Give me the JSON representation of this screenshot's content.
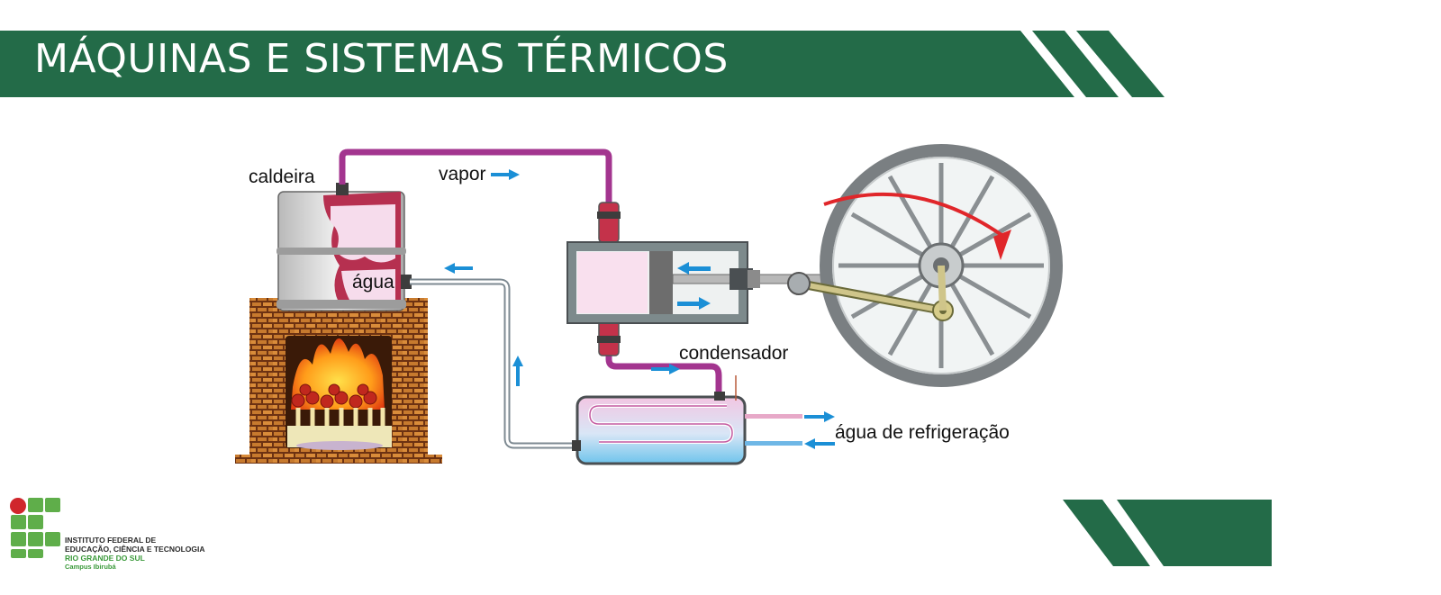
{
  "header": {
    "title": "MÁQUINAS E SISTEMAS TÉRMICOS"
  },
  "diagram": {
    "labels": {
      "boiler": "caldeira",
      "steam": "vapor",
      "water": "água",
      "condenser": "condensador",
      "cooling_water": "água de refrigeração"
    }
  },
  "logo": {
    "line1": "INSTITUTO FEDERAL DE",
    "line2": "EDUCAÇÃO, CIÊNCIA E TECNOLOGIA",
    "line3": "RIO GRANDE DO SUL",
    "line4": "Campus Ibirubá"
  },
  "colors": {
    "brand_green": "#236b48",
    "logo_green": "#5fae4a",
    "logo_red": "#d0262c",
    "steam_pipe": "#a3358f",
    "flow_arrow": "#1b8fd6",
    "rotation_arrow": "#e0262a"
  }
}
